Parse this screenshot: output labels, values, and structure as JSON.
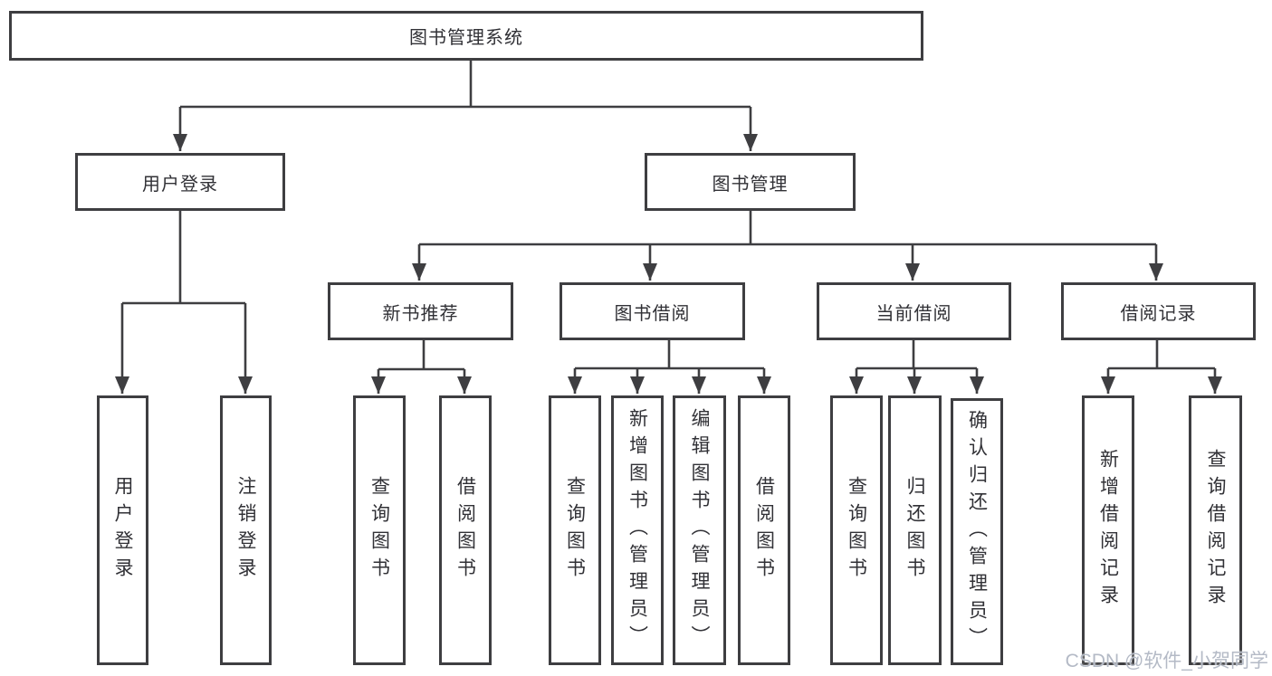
{
  "diagram": {
    "root": {
      "label": "图书管理系统"
    },
    "branches": [
      {
        "label": "用户登录",
        "leaves": [
          {
            "label": "用户登录"
          },
          {
            "label": "注销登录"
          }
        ]
      },
      {
        "label": "图书管理",
        "children": [
          {
            "label": "新书推荐",
            "leaves": [
              {
                "label": "查询图书"
              },
              {
                "label": "借阅图书"
              }
            ]
          },
          {
            "label": "图书借阅",
            "leaves": [
              {
                "label": "查询图书"
              },
              {
                "label": "新增图书（管理员）"
              },
              {
                "label": "编辑图书（管理员）"
              },
              {
                "label": "借阅图书"
              }
            ]
          },
          {
            "label": "当前借阅",
            "leaves": [
              {
                "label": "查询图书"
              },
              {
                "label": "归还图书"
              },
              {
                "label": "确认归还（管理员）"
              }
            ]
          },
          {
            "label": "借阅记录",
            "leaves": [
              {
                "label": "新增借阅记录"
              },
              {
                "label": "查询借阅记录"
              }
            ]
          }
        ]
      }
    ]
  },
  "watermark": "CSDN @软件_小贺同学",
  "colors": {
    "line": "#3e3e41",
    "border": "#3e3e41",
    "text": "#313136",
    "background": "#ffffff",
    "watermark": "#b4bac6"
  }
}
